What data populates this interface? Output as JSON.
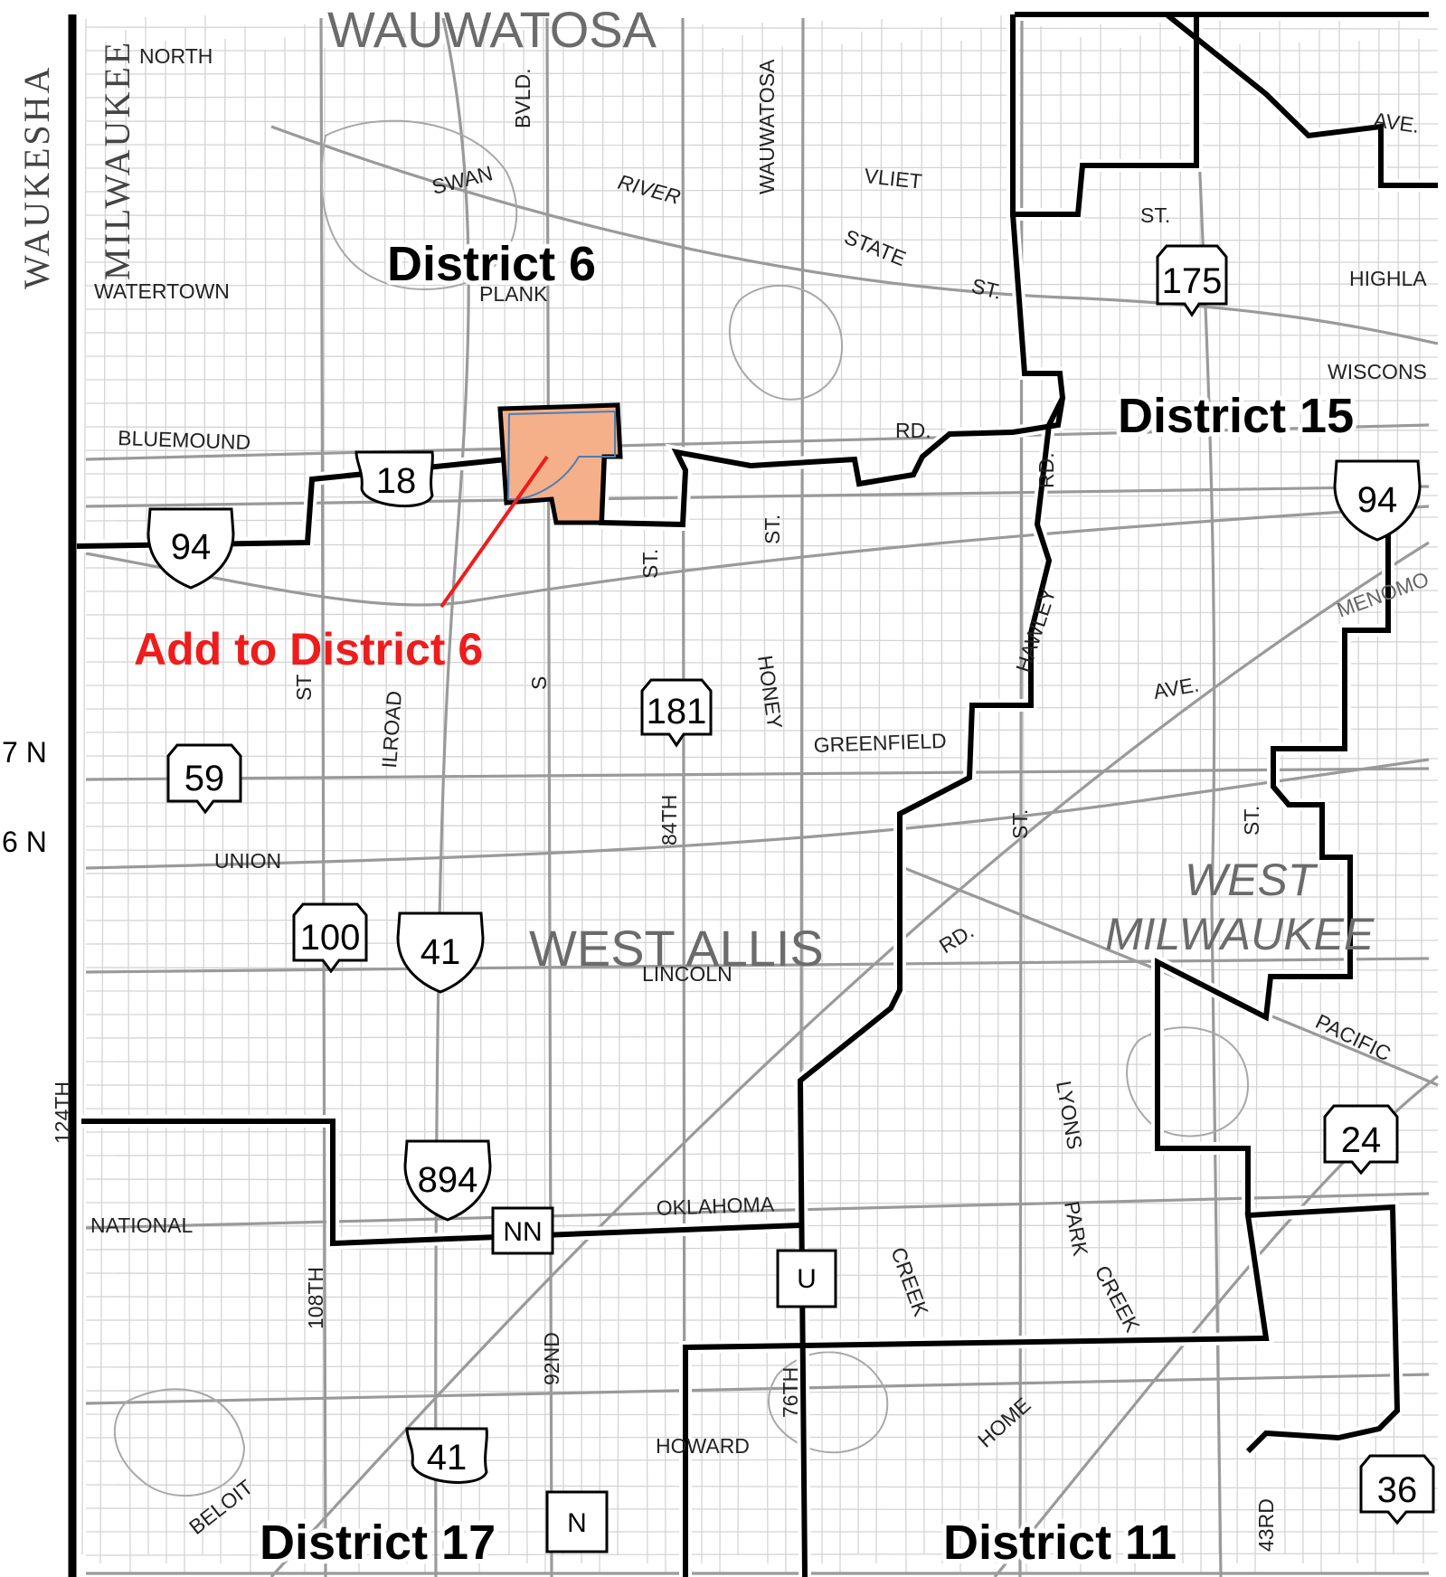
{
  "colors": {
    "district_boundary": "#000000",
    "highlight_fill": "#f5b08a",
    "highlight_outline": "#4a7fb5",
    "annotation": "#ee1c1c",
    "road": "#9a9a9a",
    "street_grid": "#d2d2d2",
    "city_label": "#6b6b6b"
  },
  "county_labels": {
    "waukesha": "WAUKESHA",
    "milwaukee": "MILWAUKEE"
  },
  "cities": {
    "wauwatosa": "WAUWATOSA",
    "west_allis": "WEST ALLIS",
    "west_milwaukee_1": "WEST",
    "west_milwaukee_2": "MILWAUKEE"
  },
  "districts": {
    "d6": "District 6",
    "d15": "District 15",
    "d17": "District 17",
    "d11": "District 11"
  },
  "annotation": {
    "label": "Add to District 6"
  },
  "edge_labels": {
    "n1": "7 N",
    "n2": "6 N"
  },
  "streets": {
    "north": "NORTH",
    "swan": "SWAN",
    "bvld": "BVLD.",
    "wauwatosa_rd": "WAUWATOSA",
    "river": "RIVER",
    "vliet": "VLIET",
    "state": "STATE",
    "st_a": "ST.",
    "st_b": "ST.",
    "ave_ne": "AVE.",
    "highland": "HIGHLA",
    "wisconsin": "WISCONS",
    "watertown": "WATERTOWN",
    "plank": "PLANK",
    "bluemound": "BLUEMOUND",
    "rd_a": "RD.",
    "rd_b": "RD.",
    "hawley": "HAWLEY",
    "menomonee": "MENOMO",
    "st_c": "ST.",
    "st_d": "ST.",
    "st_e": "ST",
    "railroad": "ILROAD",
    "st_f": "S",
    "honey": "HONEY",
    "ave_b": "AVE.",
    "greenfield": "GREENFIELD",
    "st_g": "ST.",
    "st_h": "ST.",
    "s84": "84TH",
    "union": "UNION",
    "lincoln": "LINCOLN",
    "rd_c": "RD.",
    "pacific": "PACIFIC",
    "s124": "124TH",
    "national": "NATIONAL",
    "oklahoma": "OKLAHOMA",
    "s108": "108TH",
    "creek_a": "CREEK",
    "lyons": "LYONS",
    "park": "PARK",
    "creek_b": "CREEK",
    "s92": "92ND",
    "s76": "76TH",
    "home": "HOME",
    "howard": "HOWARD",
    "beloit": "BELOIT",
    "s43": "43RD"
  },
  "shields": {
    "us18": "18",
    "i94_w": "94",
    "i94_e": "94",
    "wi175": "175",
    "wi181": "181",
    "wi59": "59",
    "wi100": "100",
    "i41": "41",
    "i894": "894",
    "nn": "NN",
    "u": "U",
    "wi24": "24",
    "us41": "41",
    "n_box": "N",
    "wi36": "36"
  }
}
